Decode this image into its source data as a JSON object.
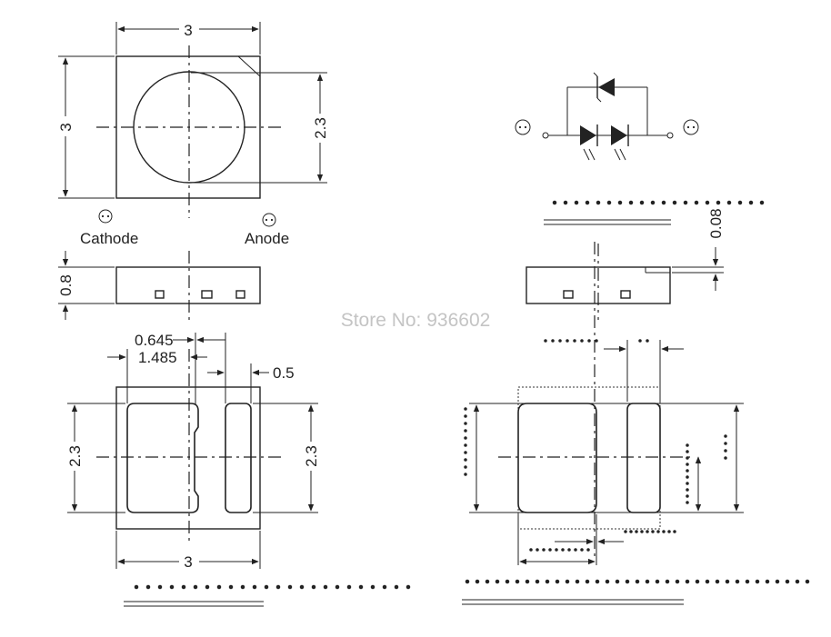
{
  "top_view": {
    "width_label": "3",
    "height_label": "3",
    "lens_label": "2.3"
  },
  "pin_labels": {
    "cathode": "Cathode",
    "anode": "Anode",
    "polarity_symbol": "⊙"
  },
  "side_view": {
    "height_label": "0.8"
  },
  "pad_view": {
    "dim_a": "0.645",
    "dim_b": "1.485",
    "dim_c": "0.5",
    "left_height": "2.3",
    "right_height": "2.3",
    "bottom_width": "3"
  },
  "right_side_view": {
    "thickness_label": "0.08"
  },
  "watermark": "Store No: 936602",
  "colors": {
    "ink": "#222222",
    "watermark": "#c4c4c4",
    "background": "#ffffff"
  }
}
